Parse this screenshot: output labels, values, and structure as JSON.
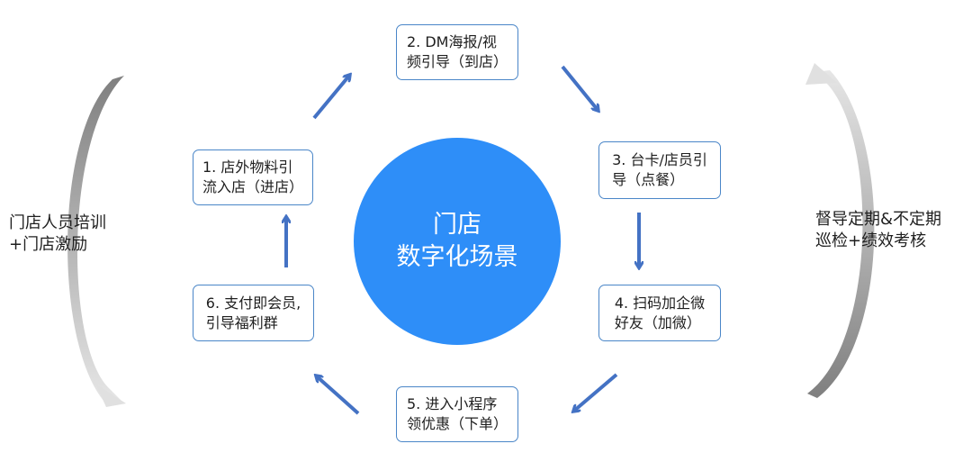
{
  "center": {
    "line1": "门店",
    "line2": "数字化场景"
  },
  "steps": [
    {
      "line1": "1. 店外物料引",
      "line2": "流入店（进店）"
    },
    {
      "line1": "2. DM海报/视",
      "line2": "频引导（到店）"
    },
    {
      "line1": "3. 台卡/店员引",
      "line2": "导（点餐）"
    },
    {
      "line1": "4. 扫码加企微",
      "line2": "好友（加微）"
    },
    {
      "line1": "5. 进入小程序",
      "line2": "领优惠（下单）"
    },
    {
      "line1": "6. 支付即会员,",
      "line2": "引导福利群"
    }
  ],
  "left_note": {
    "line1": "门店人员培训",
    "line2": "+门店激励"
  },
  "right_note": {
    "line1": "督导定期&不定期",
    "line2": "巡检+绩效考核"
  },
  "colors": {
    "circle": "#2e8ef8",
    "box_border": "#4a86c8",
    "arrow": "#4472c4",
    "curve_dark": "#8c8c8c",
    "curve_light": "#d9d9d9"
  }
}
